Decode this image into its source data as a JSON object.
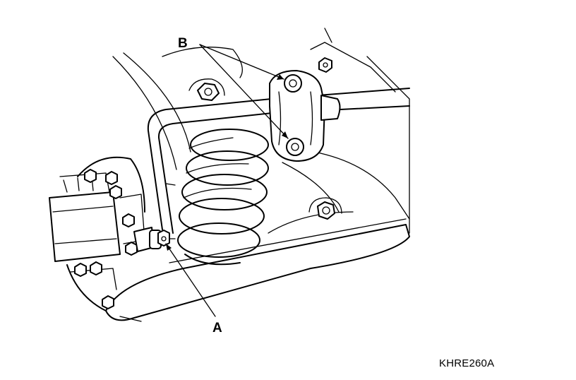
{
  "callouts": {
    "a_label": "A",
    "b_label": "B"
  },
  "figure_code": "KHRE260A"
}
